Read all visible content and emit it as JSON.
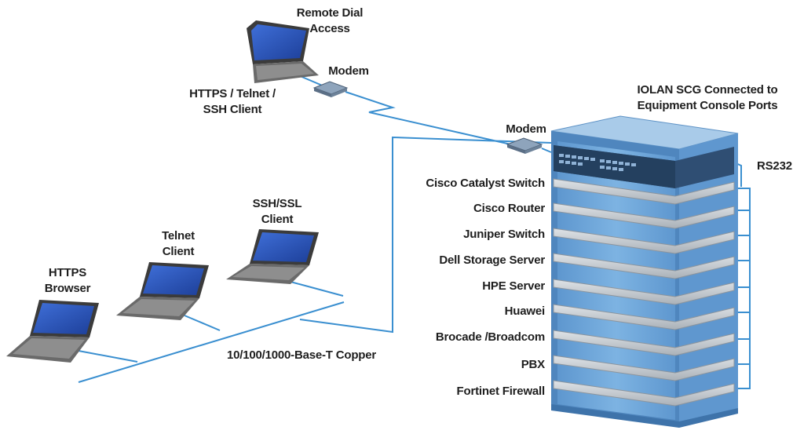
{
  "labels": {
    "remote_line1": "Remote Dial",
    "remote_line2": "Access",
    "https_telnet_line1": "HTTPS / Telnet /",
    "https_telnet_line2": "SSH Client",
    "modem_top": "Modem",
    "modem_mid": "Modem",
    "iolan_line1": "IOLAN SCG Connected to",
    "iolan_line2": "Equipment Console Ports",
    "rs232": "RS232",
    "ssh_line1": "SSH/SSL",
    "ssh_line2": "Client",
    "telnet_line1": "Telnet",
    "telnet_line2": "Client",
    "https_line1": "HTTPS",
    "https_line2": "Browser",
    "copper": "10/100/1000-Base-T Copper"
  },
  "devices": [
    "Cisco Catalyst Switch",
    "Cisco Router",
    "Juniper Switch",
    "Dell Storage Server",
    "HPE Server",
    "Huawei",
    "Brocade /Broadcom",
    "PBX",
    "Fortinet Firewall"
  ],
  "colors": {
    "line": "#3a8fd0",
    "rack_front": "#6fa7d9",
    "rack_side": "#4f86be",
    "rack_top": "#a9cbe9",
    "slot": "#c9cdd2",
    "laptop_body": "#4a4a4a",
    "laptop_screen": "#2b52b5"
  }
}
